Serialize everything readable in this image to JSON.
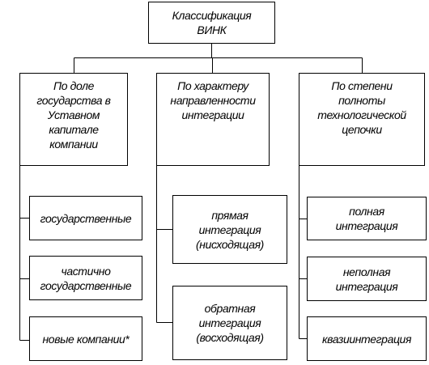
{
  "root": {
    "label": "Классификация\nВИНК"
  },
  "categories": [
    {
      "label": "По доле\nгосударства в\nУставном\nкапитале\nкомпании",
      "items": [
        "государственные",
        "частично\nгосударственные",
        "новые компании*"
      ]
    },
    {
      "label": "По характеру\nнаправленности\nинтеграции",
      "items": [
        "прямая\nинтеграция\n(нисходящая)",
        "обратная\nинтеграция\n(восходящая)"
      ]
    },
    {
      "label": "По степени\nполноты\nтехнологической\nцепочки",
      "items": [
        "полная\nинтеграция",
        "неполная\nинтеграция",
        "квазиинтеграция"
      ]
    }
  ]
}
